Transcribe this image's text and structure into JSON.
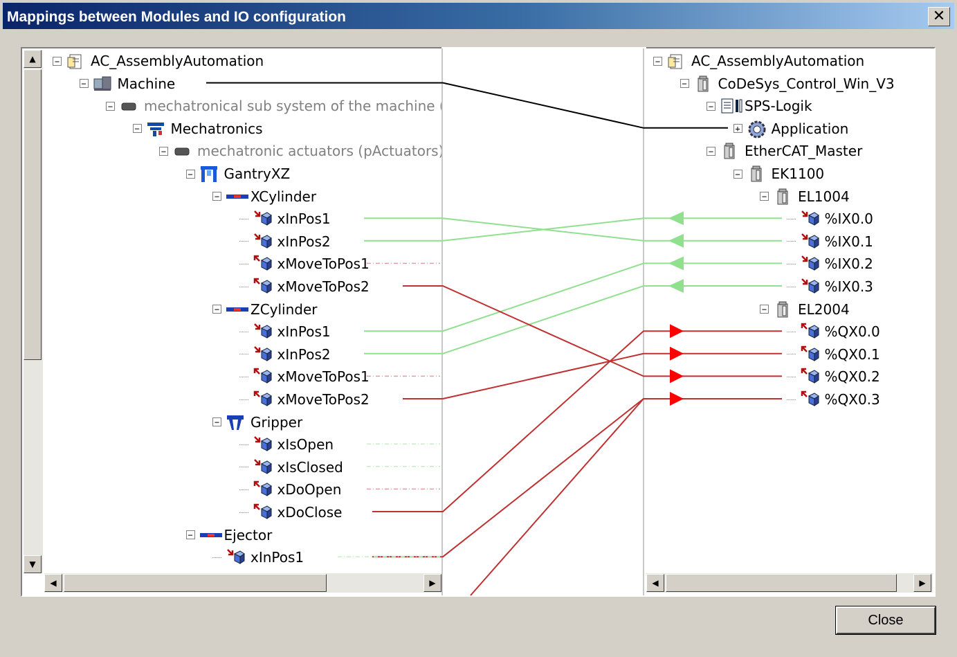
{
  "window": {
    "title": "Mappings between Modules and IO configuration",
    "close_glyph": "✕"
  },
  "left_tree": [
    {
      "label": "AC_AssemblyAutomation",
      "icon": "project-icon",
      "exp": "⊟",
      "depth": 0,
      "gray": false
    },
    {
      "label": "Machine",
      "icon": "machine-icon",
      "exp": "⊟",
      "depth": 1,
      "gray": false
    },
    {
      "label": "mechatronical sub system of the machine (pM",
      "icon": "slot-icon",
      "exp": "⊟",
      "depth": 2,
      "gray": true
    },
    {
      "label": "Mechatronics",
      "icon": "mechatronics-icon",
      "exp": "⊟",
      "depth": 3,
      "gray": false
    },
    {
      "label": "mechatronic actuators (pActuators)",
      "icon": "slot-icon",
      "exp": "⊟",
      "depth": 4,
      "gray": true
    },
    {
      "label": "GantryXZ",
      "icon": "gantry-icon",
      "exp": "⊟",
      "depth": 5,
      "gray": false
    },
    {
      "label": "XCylinder",
      "icon": "cylinder-icon",
      "exp": "⊟",
      "depth": 6,
      "gray": false
    },
    {
      "label": "xInPos1",
      "icon": "input-var-icon",
      "exp": "",
      "depth": 7,
      "gray": false
    },
    {
      "label": "xInPos2",
      "icon": "input-var-icon",
      "exp": "",
      "depth": 7,
      "gray": false
    },
    {
      "label": "xMoveToPos1",
      "icon": "output-var-icon",
      "exp": "",
      "depth": 7,
      "gray": false
    },
    {
      "label": "xMoveToPos2",
      "icon": "output-var-icon",
      "exp": "",
      "depth": 7,
      "gray": false
    },
    {
      "label": "ZCylinder",
      "icon": "cylinder-icon",
      "exp": "⊟",
      "depth": 6,
      "gray": false
    },
    {
      "label": "xInPos1",
      "icon": "input-var-icon",
      "exp": "",
      "depth": 7,
      "gray": false
    },
    {
      "label": "xInPos2",
      "icon": "input-var-icon",
      "exp": "",
      "depth": 7,
      "gray": false
    },
    {
      "label": "xMoveToPos1",
      "icon": "output-var-icon",
      "exp": "",
      "depth": 7,
      "gray": false
    },
    {
      "label": "xMoveToPos2",
      "icon": "output-var-icon",
      "exp": "",
      "depth": 7,
      "gray": false
    },
    {
      "label": "Gripper",
      "icon": "gripper-icon",
      "exp": "⊟",
      "depth": 6,
      "gray": false
    },
    {
      "label": "xIsOpen",
      "icon": "input-var-icon",
      "exp": "",
      "depth": 7,
      "gray": false
    },
    {
      "label": "xIsClosed",
      "icon": "input-var-icon",
      "exp": "",
      "depth": 7,
      "gray": false
    },
    {
      "label": "xDoOpen",
      "icon": "output-var-icon",
      "exp": "",
      "depth": 7,
      "gray": false
    },
    {
      "label": "xDoClose",
      "icon": "output-var-icon",
      "exp": "",
      "depth": 7,
      "gray": false
    },
    {
      "label": "Ejector",
      "icon": "cylinder-icon",
      "exp": "⊟",
      "depth": 5,
      "gray": false
    },
    {
      "label": "xInPos1",
      "icon": "input-var-icon",
      "exp": "",
      "depth": 6,
      "gray": false
    }
  ],
  "right_tree": [
    {
      "label": "AC_AssemblyAutomation",
      "icon": "project-icon",
      "exp": "⊟",
      "depth": 0
    },
    {
      "label": "CoDeSys_Control_Win_V3",
      "icon": "device-icon",
      "exp": "⊟",
      "depth": 1
    },
    {
      "label": "SPS-Logik",
      "icon": "plc-logic-icon",
      "exp": "⊟",
      "depth": 2
    },
    {
      "label": "Application",
      "icon": "application-gear-icon",
      "exp": "⊞",
      "depth": 3
    },
    {
      "label": "EtherCAT_Master",
      "icon": "device-icon",
      "exp": "⊟",
      "depth": 2
    },
    {
      "label": "EK1100",
      "icon": "device-icon",
      "exp": "⊟",
      "depth": 3
    },
    {
      "label": "EL1004",
      "icon": "device-icon",
      "exp": "⊟",
      "depth": 4
    },
    {
      "label": "%IX0.0",
      "icon": "input-var-icon",
      "exp": "",
      "depth": 5
    },
    {
      "label": "%IX0.1",
      "icon": "input-var-icon",
      "exp": "",
      "depth": 5
    },
    {
      "label": "%IX0.2",
      "icon": "input-var-icon",
      "exp": "",
      "depth": 5
    },
    {
      "label": "%IX0.3",
      "icon": "input-var-icon",
      "exp": "",
      "depth": 5
    },
    {
      "label": "EL2004",
      "icon": "device-icon",
      "exp": "⊟",
      "depth": 4
    },
    {
      "label": "%QX0.0",
      "icon": "output-var-icon",
      "exp": "",
      "depth": 5
    },
    {
      "label": "%QX0.1",
      "icon": "output-var-icon",
      "exp": "",
      "depth": 5
    },
    {
      "label": "%QX0.2",
      "icon": "output-var-icon",
      "exp": "",
      "depth": 5
    },
    {
      "label": "%QX0.3",
      "icon": "output-var-icon",
      "exp": "",
      "depth": 5
    }
  ],
  "mappings": [
    {
      "from": 1,
      "to": 3,
      "kind": "machine",
      "color": "#000000"
    },
    {
      "from": 7,
      "to": 8,
      "kind": "input",
      "color": "#90e090"
    },
    {
      "from": 8,
      "to": 7,
      "kind": "input",
      "color": "#90e090"
    },
    {
      "from": 12,
      "to": 9,
      "kind": "input",
      "color": "#90e090"
    },
    {
      "from": 13,
      "to": 10,
      "kind": "input",
      "color": "#90e090"
    },
    {
      "from": 10,
      "to": 14,
      "kind": "output",
      "color": "#c03030"
    },
    {
      "from": 15,
      "to": 13,
      "kind": "output",
      "color": "#c03030"
    },
    {
      "from": 20,
      "to": 12,
      "kind": "output",
      "color": "#c03030"
    },
    {
      "from": 22,
      "to": 15,
      "kind": "output",
      "color": "#c03030"
    }
  ],
  "unmapped_dashed": [
    {
      "row": 9,
      "color": "#e0a0a0"
    },
    {
      "row": 14,
      "color": "#e0a0a0"
    },
    {
      "row": 17,
      "color": "#c8ecc8"
    },
    {
      "row": 18,
      "color": "#c8ecc8"
    },
    {
      "row": 19,
      "color": "#e0a0a0"
    },
    {
      "row": 22,
      "color": "#c8ecc8"
    }
  ],
  "close_button": "Close"
}
